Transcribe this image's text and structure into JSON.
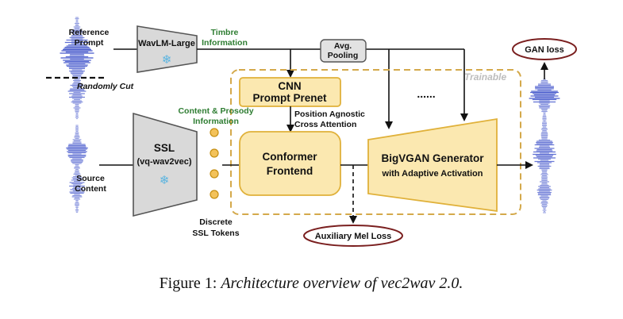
{
  "labels": {
    "reference_prompt": [
      "Reference",
      "Prompt"
    ],
    "randomly_cut": "Randomly Cut",
    "wavlm": "WavLM-Large",
    "timbre_info": [
      "Timbre",
      "Information"
    ],
    "avg_pooling": [
      "Avg.",
      "Pooling"
    ],
    "gan_loss": "GAN loss",
    "trainable": "Trainable",
    "cnn_prompt_prenet": [
      "CNN",
      "Prompt Prenet"
    ],
    "content_prosody": [
      "Content & Prosody",
      "Information"
    ],
    "position_agnostic": [
      "Position Agnostic",
      "Cross Attention"
    ],
    "ellipsis": "......",
    "ssl_title": "SSL",
    "ssl_sub": "(vq-wav2vec)",
    "source_content": [
      "Source",
      "Content"
    ],
    "conformer": [
      "Conformer",
      "Frontend"
    ],
    "bigvgan_title": "BigVGAN Generator",
    "bigvgan_sub": "with Adaptive Activation",
    "discrete_tokens": [
      "Discrete",
      "SSL Tokens"
    ],
    "aux_mel_loss": "Auxiliary Mel Loss"
  },
  "caption": {
    "prefix": "Figure 1: ",
    "text": "Architecture overview of vec2wav 2.0."
  },
  "colors": {
    "box_fill": "#fbe8b0",
    "box_stroke": "#e0b13a",
    "encoder_fill": "#d9d9d9",
    "encoder_stroke": "#555555",
    "loss_stroke": "#7a1f1f",
    "token_fill": "#f3c25a",
    "wave": "#3b4fc9",
    "green": "#2e7d32"
  }
}
